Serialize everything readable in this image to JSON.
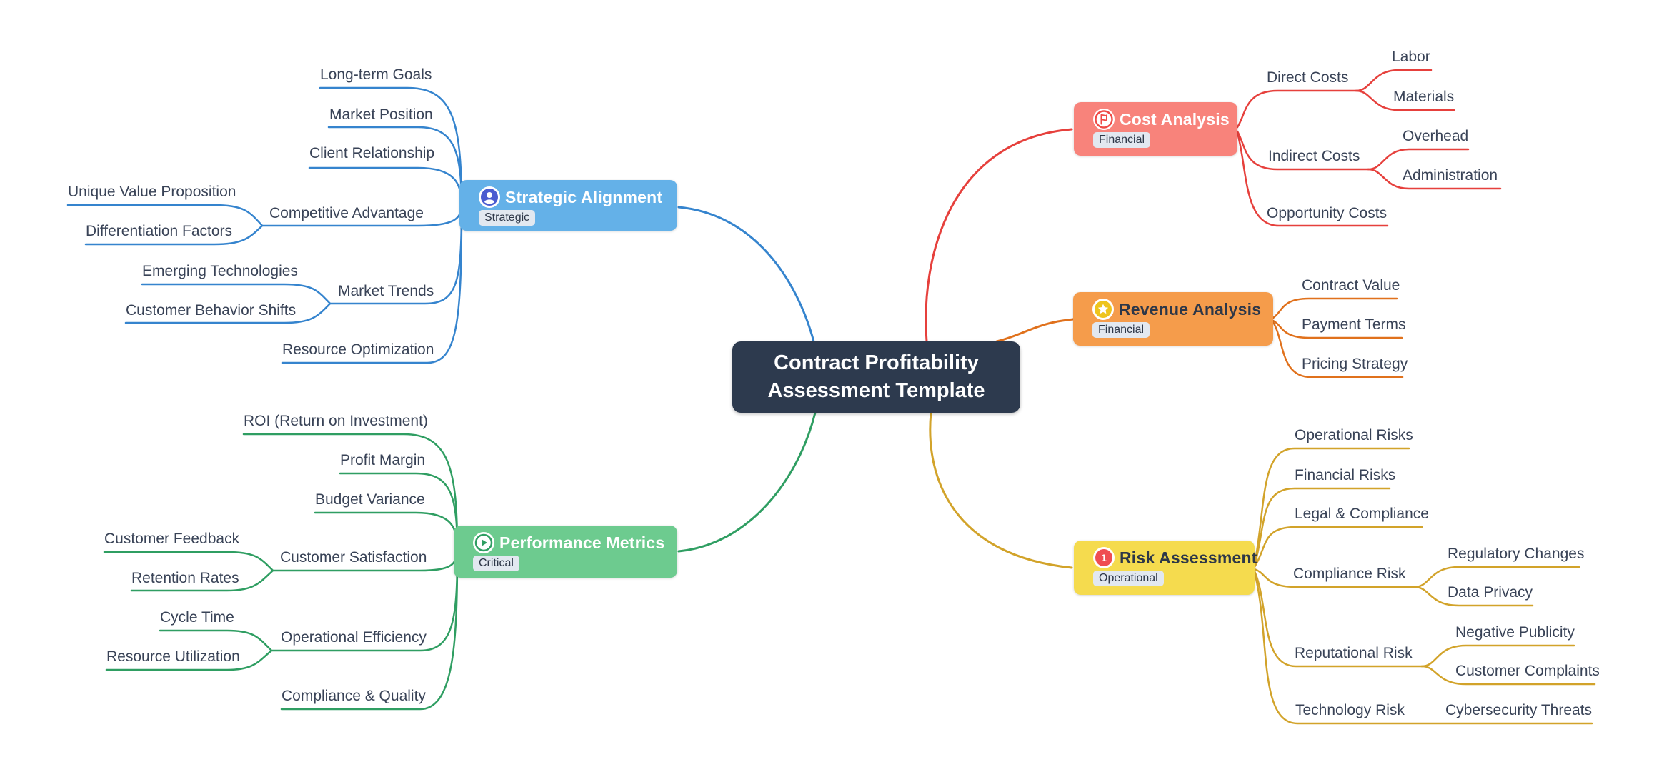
{
  "center": {
    "title_line1": "Contract Profitability",
    "title_line2": "Assessment Template",
    "bg_color": "#2d3a4e",
    "text_color": "#ffffff"
  },
  "tag_colors": {
    "bg": "#e2e8f0",
    "text": "#2d3748"
  },
  "subtopic_text_color": "#394357",
  "branches": {
    "strategic_alignment": {
      "label": "Strategic Alignment",
      "tag": "Strategic",
      "icon": "user-circle-icon",
      "node_color": "#64b1e8",
      "line_color": "#3584ce",
      "icon_color": "#4a5cd0",
      "text_color": "#ffffff",
      "children": {
        "long_term_goals": {
          "label": "Long-term Goals"
        },
        "market_position": {
          "label": "Market Position"
        },
        "client_relationship": {
          "label": "Client Relationship"
        },
        "competitive_advantage": {
          "label": "Competitive Advantage",
          "children": {
            "unique_value_proposition": {
              "label": "Unique Value Proposition"
            },
            "differentiation_factors": {
              "label": "Differentiation Factors"
            }
          }
        },
        "market_trends": {
          "label": "Market Trends",
          "children": {
            "emerging_technologies": {
              "label": "Emerging Technologies"
            },
            "customer_behavior_shifts": {
              "label": "Customer Behavior Shifts"
            }
          }
        },
        "resource_optimization": {
          "label": "Resource Optimization"
        }
      }
    },
    "performance_metrics": {
      "label": "Performance Metrics",
      "tag": "Critical",
      "icon": "play-circle-icon",
      "node_color": "#6dcb8f",
      "line_color": "#2f9e62",
      "icon_color": "#2f9e62",
      "text_color": "#ffffff",
      "children": {
        "roi": {
          "label": "ROI (Return on Investment)"
        },
        "profit_margin": {
          "label": "Profit Margin"
        },
        "budget_variance": {
          "label": "Budget Variance"
        },
        "customer_satisfaction": {
          "label": "Customer Satisfaction",
          "children": {
            "customer_feedback": {
              "label": "Customer Feedback"
            },
            "retention_rates": {
              "label": "Retention Rates"
            }
          }
        },
        "operational_efficiency": {
          "label": "Operational Efficiency",
          "children": {
            "cycle_time": {
              "label": "Cycle Time"
            },
            "resource_utilization": {
              "label": "Resource Utilization"
            }
          }
        },
        "compliance_quality": {
          "label": "Compliance & Quality"
        }
      }
    },
    "cost_analysis": {
      "label": "Cost Analysis",
      "tag": "Financial",
      "icon": "flag-circle-icon",
      "node_color": "#f8837b",
      "line_color": "#e6403c",
      "icon_color": "#ef4a46",
      "text_color": "#ffffff",
      "children": {
        "direct_costs": {
          "label": "Direct Costs",
          "children": {
            "labor": {
              "label": "Labor"
            },
            "materials": {
              "label": "Materials"
            }
          }
        },
        "indirect_costs": {
          "label": "Indirect Costs",
          "children": {
            "overhead": {
              "label": "Overhead"
            },
            "administration": {
              "label": "Administration"
            }
          }
        },
        "opportunity_costs": {
          "label": "Opportunity Costs"
        }
      }
    },
    "revenue_analysis": {
      "label": "Revenue Analysis",
      "tag": "Financial",
      "icon": "star-circle-icon",
      "node_color": "#f59c4b",
      "line_color": "#e0711c",
      "icon_color": "#eec41d",
      "text_color": "#2d3748",
      "children": {
        "contract_value": {
          "label": "Contract Value"
        },
        "payment_terms": {
          "label": "Payment Terms"
        },
        "pricing_strategy": {
          "label": "Pricing Strategy"
        }
      }
    },
    "risk_assessment": {
      "label": "Risk Assessment",
      "tag": "Operational",
      "icon": "priority-1-circle-icon",
      "badge_text": "1",
      "node_color": "#f5db4e",
      "line_color": "#d2a32a",
      "icon_color": "#ef4d52",
      "text_color": "#2d3748",
      "children": {
        "operational_risks": {
          "label": "Operational Risks"
        },
        "financial_risks": {
          "label": "Financial Risks"
        },
        "legal_compliance": {
          "label": "Legal & Compliance"
        },
        "compliance_risk": {
          "label": "Compliance Risk",
          "children": {
            "regulatory_changes": {
              "label": "Regulatory Changes"
            },
            "data_privacy": {
              "label": "Data Privacy"
            }
          }
        },
        "reputational_risk": {
          "label": "Reputational Risk",
          "children": {
            "negative_publicity": {
              "label": "Negative Publicity"
            },
            "customer_complaints": {
              "label": "Customer Complaints"
            }
          }
        },
        "technology_risk": {
          "label": "Technology Risk",
          "children": {
            "cybersecurity_threats": {
              "label": "Cybersecurity Threats"
            }
          }
        }
      }
    }
  }
}
